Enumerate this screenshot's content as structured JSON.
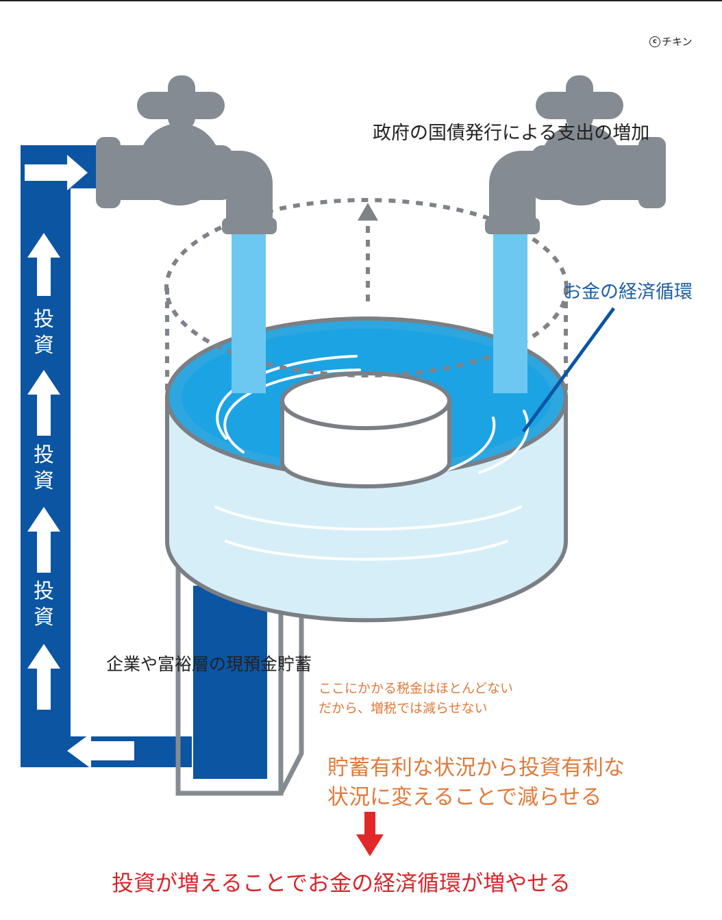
{
  "copyright": {
    "symbol": "c",
    "text": "チキン"
  },
  "labels": {
    "gov_spending": "政府の国債発行による支出の増加",
    "money_circulation": "お金の経済循環",
    "savings": "企業や富裕層の現預金貯蓄",
    "tax_line1": "ここにかかる税金はほとんどない",
    "tax_line2": "だから、増税では減らせない",
    "reduce_line1": "貯蓄有利な状況から投資有利な",
    "reduce_line2": "状況に変えることで減らせる",
    "conclusion": "投資が増えることでお金の経済循環が増やせる"
  },
  "investment_labels": [
    {
      "chars": [
        "投",
        "資"
      ]
    },
    {
      "chars": [
        "投",
        "資"
      ]
    },
    {
      "chars": [
        "投",
        "資"
      ]
    }
  ],
  "colors": {
    "pipe_blue": "#0b55a3",
    "water_blue": "#4fbde9",
    "tank_light_blue": "#d6eef8",
    "faucet_gray": "#858b92",
    "stream_blue": "#6dc8f1",
    "orange_text": "#e07a3a",
    "red_text": "#d9262b",
    "circulation_text": "#1a5fa8"
  }
}
